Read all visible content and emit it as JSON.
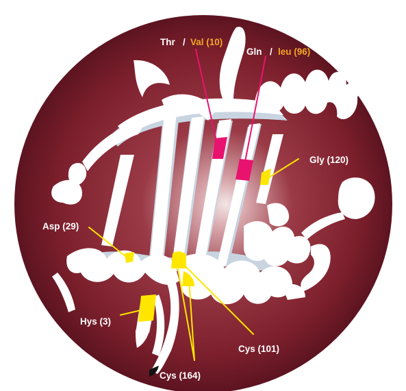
{
  "colors": {
    "background_outer": "#ffffff",
    "circle_center": "#f2e4e4",
    "circle_mid": "#8a2a36",
    "circle_edge": "#5e1420",
    "ribbon": "#ffffff",
    "ribbon_shadow": "#c9d6e2",
    "mutation_wildtype": "#e8136f",
    "mutation_variant": "#f5a623",
    "site_marker": "#ffe600",
    "label_text": "#ffffff"
  },
  "labels": {
    "thr": "Thr",
    "slash_1": "/",
    "val": "Val (10)",
    "gln": "Gln",
    "slash_2": "/",
    "leu": "leu (96)",
    "gly": "Gly (120)",
    "asp": "Asp  (29)",
    "hys": "Hys (3)",
    "cys101": "Cys (101)",
    "cys164": "Cys (164)"
  }
}
